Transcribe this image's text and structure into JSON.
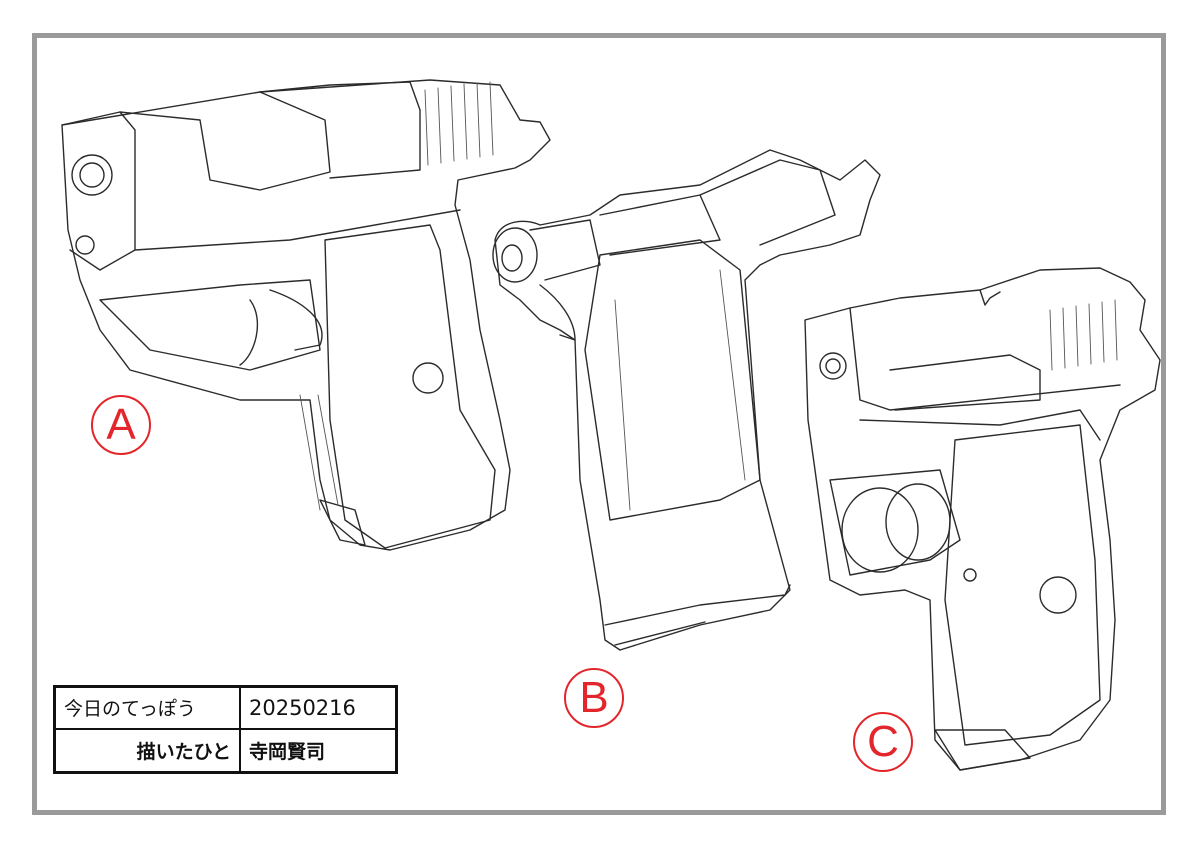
{
  "labels": {
    "a": "A",
    "b": "B",
    "c": "C"
  },
  "table": {
    "title_label": "今日のてっぽう",
    "date": "20250216",
    "artist_label": "描いたひと",
    "artist_name": "寺岡賢司"
  },
  "colors": {
    "frame": "#9a9a9a",
    "label": "#e3262b",
    "ink": "#2b2b2b"
  }
}
